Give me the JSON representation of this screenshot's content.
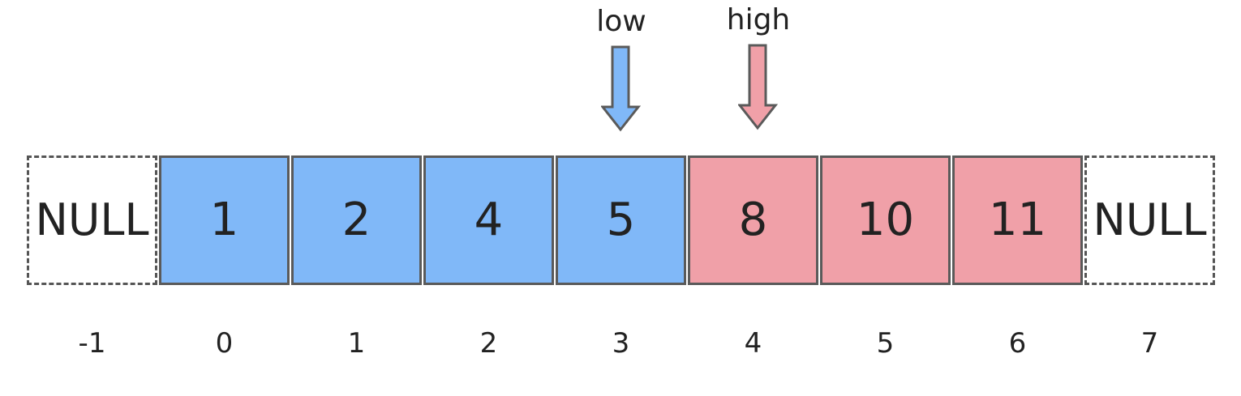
{
  "pointers": {
    "low": {
      "label": "low",
      "color": "#80b8f8",
      "index": 3
    },
    "high": {
      "label": "high",
      "color": "#f0a0a8",
      "index": 4
    }
  },
  "cells": [
    {
      "value": "NULL",
      "index": "-1",
      "kind": "null"
    },
    {
      "value": "1",
      "index": "0",
      "kind": "blue"
    },
    {
      "value": "2",
      "index": "1",
      "kind": "blue"
    },
    {
      "value": "4",
      "index": "2",
      "kind": "blue"
    },
    {
      "value": "5",
      "index": "3",
      "kind": "blue"
    },
    {
      "value": "8",
      "index": "4",
      "kind": "red"
    },
    {
      "value": "10",
      "index": "5",
      "kind": "red"
    },
    {
      "value": "11",
      "index": "6",
      "kind": "red"
    },
    {
      "value": "NULL",
      "index": "7",
      "kind": "null"
    }
  ],
  "colors": {
    "blue": "#80b8f8",
    "red": "#f0a0a8",
    "border": "#5a5a5a"
  }
}
